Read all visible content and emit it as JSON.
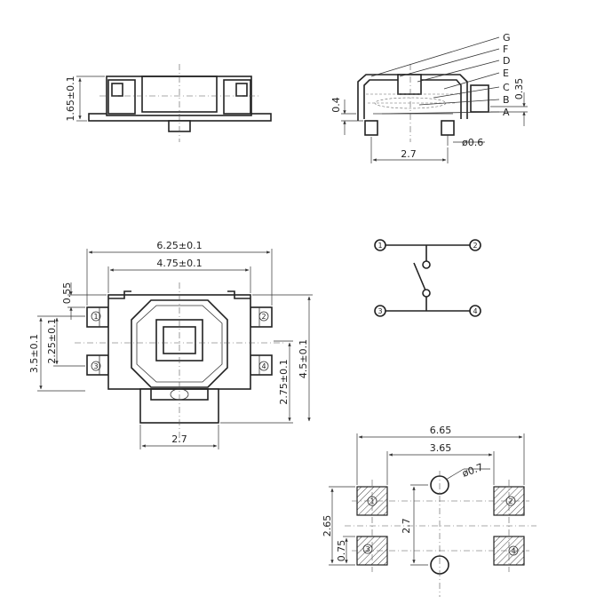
{
  "side_view": {
    "height_dim": "1.65±0.1"
  },
  "section_view": {
    "letters": [
      "G",
      "F",
      "D",
      "E",
      "C",
      "B",
      "A"
    ],
    "dim_04": "0.4",
    "dim_035": "0.35",
    "dim_pin_dia": "ø0.6",
    "dim_27": "2.7"
  },
  "top_view": {
    "dim_width": "6.25±0.1",
    "dim_inner": "4.75±0.1",
    "dim_055": "0.55",
    "dim_35": "3.5±0.1",
    "dim_225": "2.25±0.1",
    "dim_275": "2.75±0.1",
    "dim_45": "4.5±0.1",
    "dim_27": "2.7",
    "pins": [
      "1",
      "2",
      "3",
      "4"
    ]
  },
  "schematic": {
    "pins": [
      "1",
      "2",
      "3",
      "4"
    ]
  },
  "pcb_layout": {
    "dim_665": "6.65",
    "dim_365": "3.65",
    "dim_hole": "ø0.7",
    "dim_265": "2.65",
    "dim_075": "0.75",
    "dim_27": "2.7",
    "pads": [
      "1",
      "2",
      "3",
      "4"
    ]
  }
}
